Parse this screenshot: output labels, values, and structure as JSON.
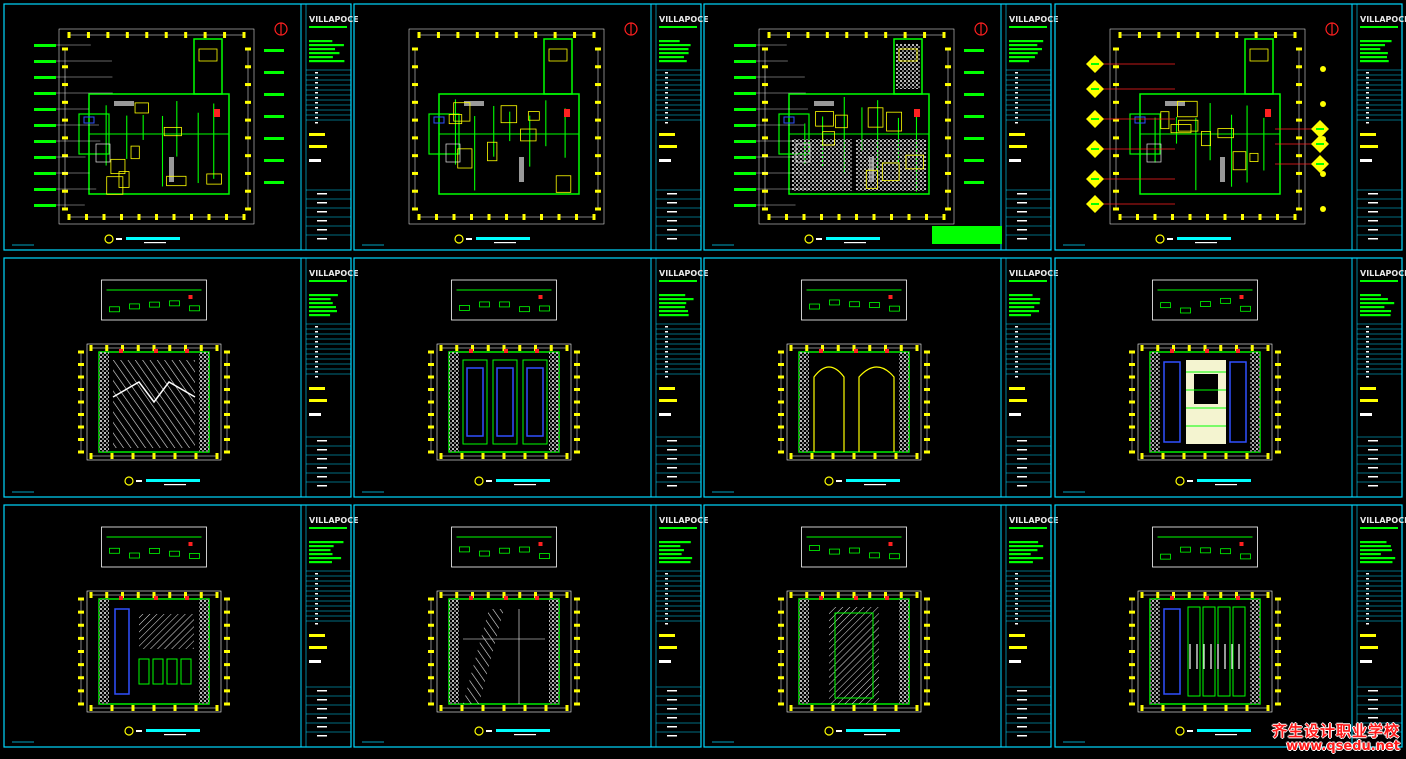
{
  "sheet_set": {
    "columns": 4,
    "rows": 3,
    "brand_text": "VILLAPOCE",
    "colors": {
      "background": "#000000",
      "frame": "#00d8ff",
      "walls": "#00ff00",
      "dims": "#ffff00",
      "accent": "#ff2020",
      "hatch": "#e8e8e8",
      "cyan_bar": "#00ffff",
      "blue": "#3050ff"
    },
    "sheets": [
      {
        "kind": "plan",
        "variant": "original",
        "tags": false
      },
      {
        "kind": "plan",
        "variant": "layout",
        "tags": false
      },
      {
        "kind": "plan",
        "variant": "floor",
        "tags": false
      },
      {
        "kind": "plan",
        "variant": "lighting",
        "tags": true
      },
      {
        "kind": "elevation",
        "variant": "curtain"
      },
      {
        "kind": "elevation",
        "variant": "panels"
      },
      {
        "kind": "elevation",
        "variant": "arches"
      },
      {
        "kind": "elevation",
        "variant": "feature"
      },
      {
        "kind": "elevation",
        "variant": "cabinet"
      },
      {
        "kind": "elevation",
        "variant": "stair"
      },
      {
        "kind": "elevation",
        "variant": "door"
      },
      {
        "kind": "elevation",
        "variant": "wardrobe"
      }
    ]
  },
  "watermark": {
    "school_name": "齐生设计职业学校",
    "url": "www.qsedu.net"
  }
}
